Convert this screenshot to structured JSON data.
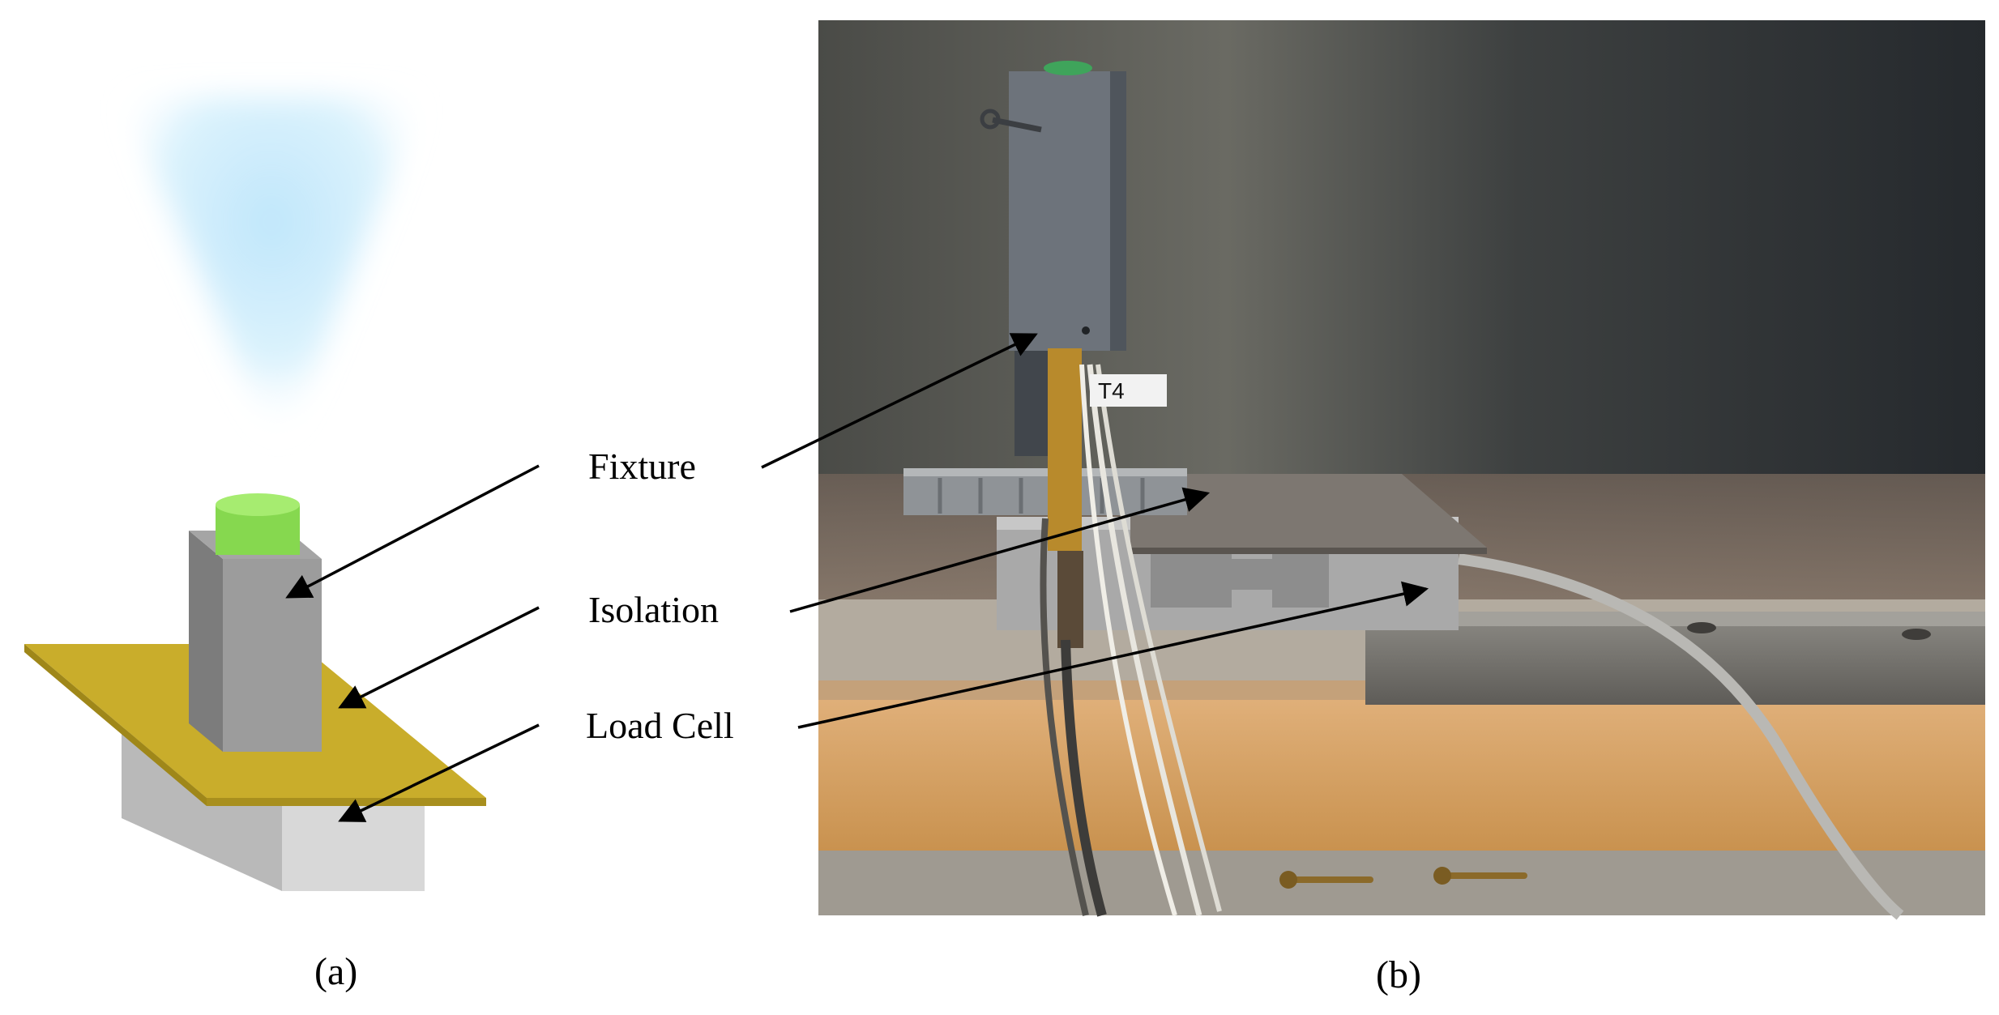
{
  "figure": {
    "panel_a_caption": "(a)",
    "panel_b_caption": "(b)",
    "labels": {
      "fixture": "Fixture",
      "isolation": "Isolation",
      "load_cell": "Load Cell"
    },
    "photo": {
      "tag_text": "T4"
    }
  },
  "colors": {
    "flame_glow": "#bfe6fb",
    "fixture_front": "#9a9a9a",
    "fixture_side": "#7a7a7a",
    "sample_green": "#8ddf57",
    "isolation_plate": "#c9ad2b",
    "load_cell_front": "#d6d6d6",
    "load_cell_side": "#b9b9b9",
    "wall": "#3b3d3c",
    "wood": "#d4a268",
    "concrete": "#b9b2a6",
    "arrow": "#000000"
  }
}
